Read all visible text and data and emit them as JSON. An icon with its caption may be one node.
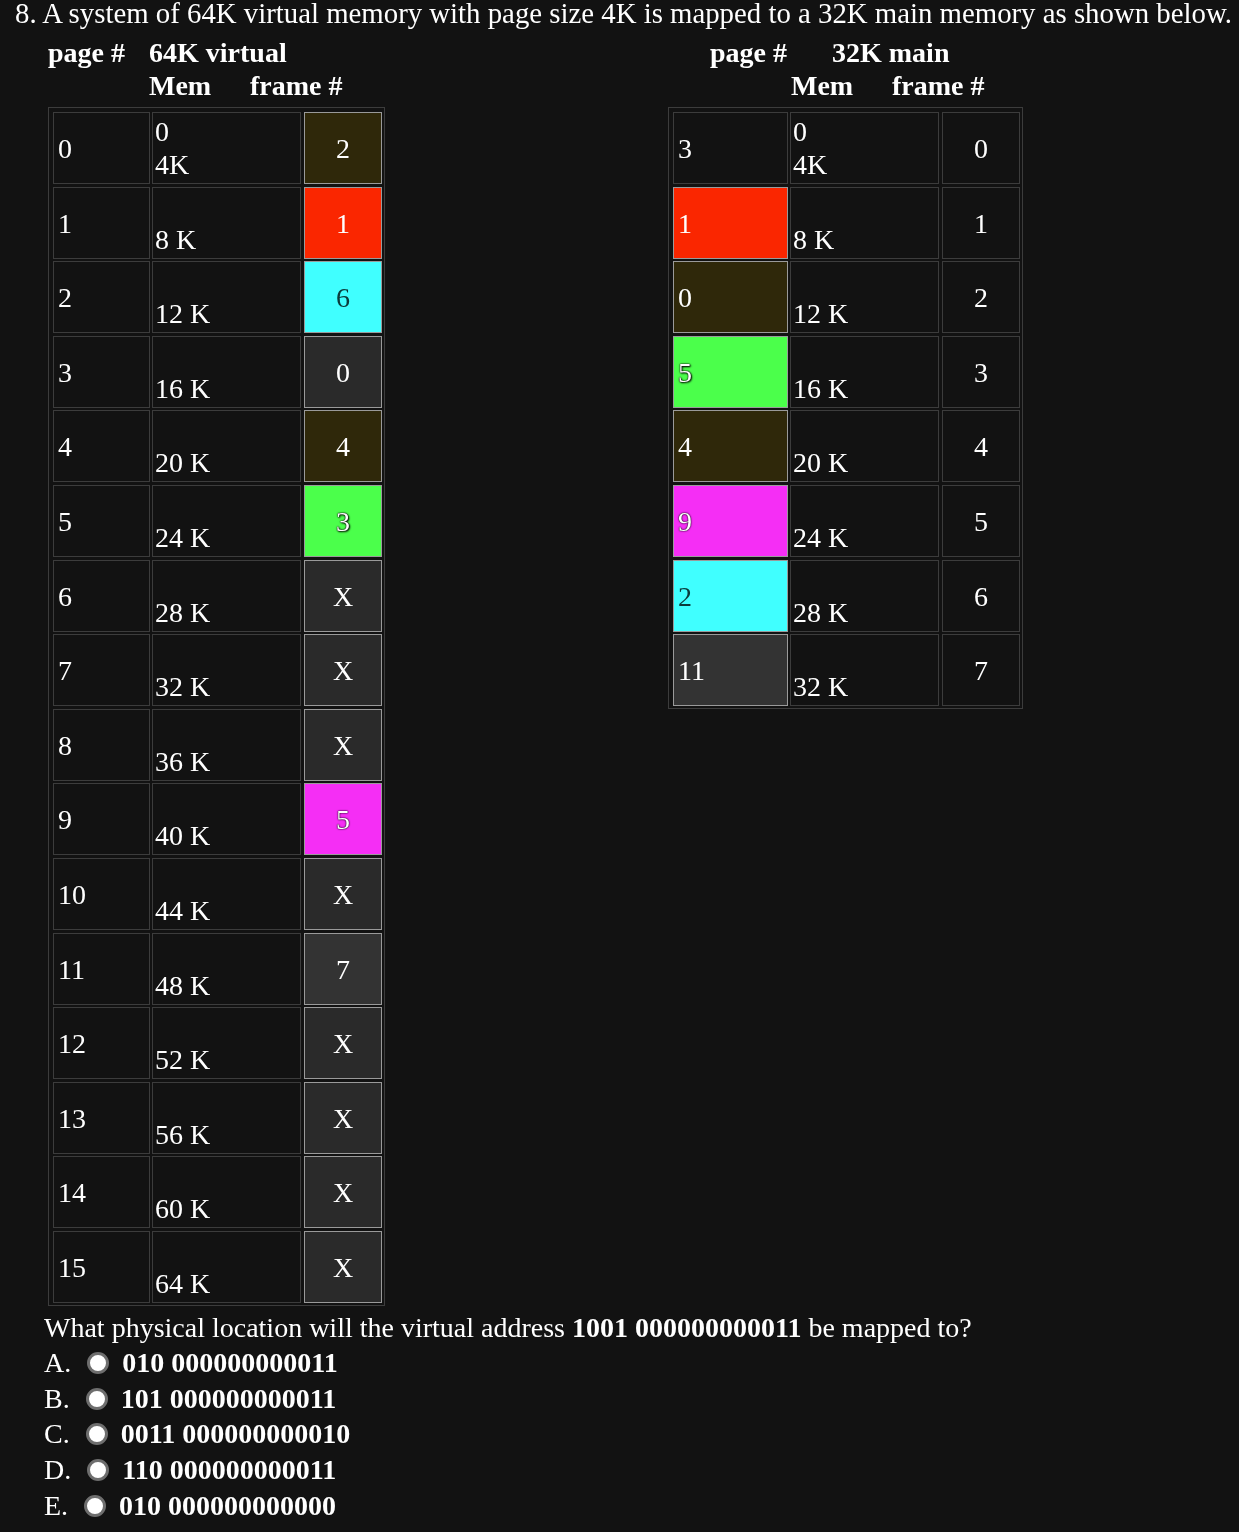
{
  "diagram": {
    "title": "8. A system of 64K virtual memory with page size 4K is mapped to a 32K main memory as shown below.",
    "nodes": [
      {
        "text": [],
        "shape": "box"
      },
      {
        "text": [
          "0"
        ],
        "in": 0
      },
      {
        "text": [
          "0",
          "4K"
        ],
        "in": 0
      },
      {
        "text": [
          "2"
        ],
        "in": 0
      },
      {
        "text": [
          "1"
        ],
        "in": 0
      },
      {
        "text": [
          "8 K"
        ],
        "in": 0
      },
      {
        "text": [
          "1"
        ],
        "in": 0
      },
      {
        "text": [
          "2"
        ],
        "in": 0
      },
      {
        "text": [
          "12 K"
        ],
        "in": 0
      },
      {
        "text": [
          "6"
        ],
        "in": 0
      },
      {
        "text": [
          "3"
        ],
        "in": 0
      },
      {
        "text": [
          "16 K"
        ],
        "in": 0
      },
      {
        "text": [
          "0"
        ],
        "in": 0
      },
      {
        "text": [
          "4"
        ],
        "in": 0
      },
      {
        "text": [
          "20 K"
        ],
        "in": 0
      },
      {
        "text": [
          "4"
        ],
        "in": 0
      },
      {
        "text": [
          "5"
        ],
        "in": 0
      },
      {
        "text": [
          "24 K"
        ],
        "in": 0
      },
      {
        "text": [
          "3"
        ],
        "in": 0
      },
      {
        "text": [
          "6"
        ],
        "in": 0
      },
      {
        "text": [
          "28 K"
        ],
        "in": 0
      },
      {
        "text": [
          "X"
        ],
        "in": 0
      },
      {
        "text": [
          "7"
        ],
        "in": 0
      },
      {
        "text": [
          "32 K"
        ],
        "in": 0
      },
      {
        "text": [
          "X"
        ],
        "in": 0
      },
      {
        "text": [
          "8"
        ],
        "in": 0
      },
      {
        "text": [
          "36 K"
        ],
        "in": 0
      },
      {
        "text": [
          "X"
        ],
        "in": 0
      },
      {
        "text": [
          "9"
        ],
        "in": 0
      },
      {
        "text": [
          "40 K"
        ],
        "in": 0
      },
      {
        "text": [
          "5"
        ],
        "in": 0
      },
      {
        "text": [
          "10"
        ],
        "in": 0
      },
      {
        "text": [
          "44 K"
        ],
        "in": 0
      },
      {
        "text": [
          "X"
        ],
        "in": 0
      },
      {
        "text": [
          "11"
        ],
        "in": 0
      },
      {
        "text": [
          "48 K"
        ],
        "in": 0
      },
      {
        "text": [
          "7"
        ],
        "in": 0
      },
      {
        "text": [
          "12"
        ],
        "in": 0
      },
      {
        "text": [
          "52 K"
        ],
        "in": 0
      },
      {
        "text": [
          "X"
        ],
        "in": 0
      },
      {
        "text": [
          "13"
        ],
        "in": 0
      },
      {
        "text": [
          "56 K"
        ],
        "in": 0
      },
      {
        "text": [
          "X"
        ],
        "in": 0
      },
      {
        "text": [
          "14"
        ],
        "in": 0
      },
      {
        "text": [
          "60 K"
        ],
        "in": 0
      },
      {
        "text": [
          "X"
        ],
        "in": 0
      },
      {
        "text": [
          "15"
        ],
        "in": 0
      },
      {
        "text": [
          "64 K"
        ],
        "in": 0
      },
      {
        "text": [
          "X"
        ],
        "in": 0
      },
      {
        "text": [],
        "shape": "box"
      },
      {
        "text": [
          "3"
        ],
        "in": 49
      },
      {
        "text": [
          "0",
          "4K"
        ],
        "in": 49
      },
      {
        "text": [
          "0"
        ],
        "in": 49
      },
      {
        "text": [
          "1"
        ],
        "in": 49
      },
      {
        "text": [
          "8 K"
        ],
        "in": 49
      },
      {
        "text": [
          "1"
        ],
        "in": 49
      },
      {
        "text": [
          "0"
        ],
        "in": 49
      },
      {
        "text": [
          "12 K"
        ],
        "in": 49
      },
      {
        "text": [
          "2"
        ],
        "in": 49
      },
      {
        "text": [
          "5"
        ],
        "in": 49
      },
      {
        "text": [
          "16 K"
        ],
        "in": 49
      },
      {
        "text": [
          "3"
        ],
        "in": 49
      },
      {
        "text": [
          "4"
        ],
        "in": 49
      },
      {
        "text": [
          "20 K"
        ],
        "in": 49
      },
      {
        "text": [
          "4"
        ],
        "in": 49
      },
      {
        "text": [
          "9"
        ],
        "in": 49
      },
      {
        "text": [
          "24 K"
        ],
        "in": 49
      },
      {
        "text": [
          "5"
        ],
        "in": 49
      },
      {
        "text": [
          "2"
        ],
        "in": 49
      },
      {
        "text": [
          "28 K"
        ],
        "in": 49
      },
      {
        "text": [
          "6"
        ],
        "in": 49
      },
      {
        "text": [
          "11"
        ],
        "in": 49
      },
      {
        "text": [
          "32 K"
        ],
        "in": 49
      },
      {
        "text": [
          "7"
        ],
        "in": 49
      }
    ],
    "labels": [
      "page #",
      "64K virtual",
      "Mem",
      "frame #",
      "page #",
      "32K main",
      "Mem",
      "frame #",
      "What physical location will the virtual address **1001 000000000011** be mapped to?",
      "A.",
      "010 000000000011",
      "B.",
      "101 000000000011",
      "C.",
      "0011 000000000010",
      "D.",
      "110 000000000011",
      "E.",
      "010 000000000000"
    ]
  }
}
